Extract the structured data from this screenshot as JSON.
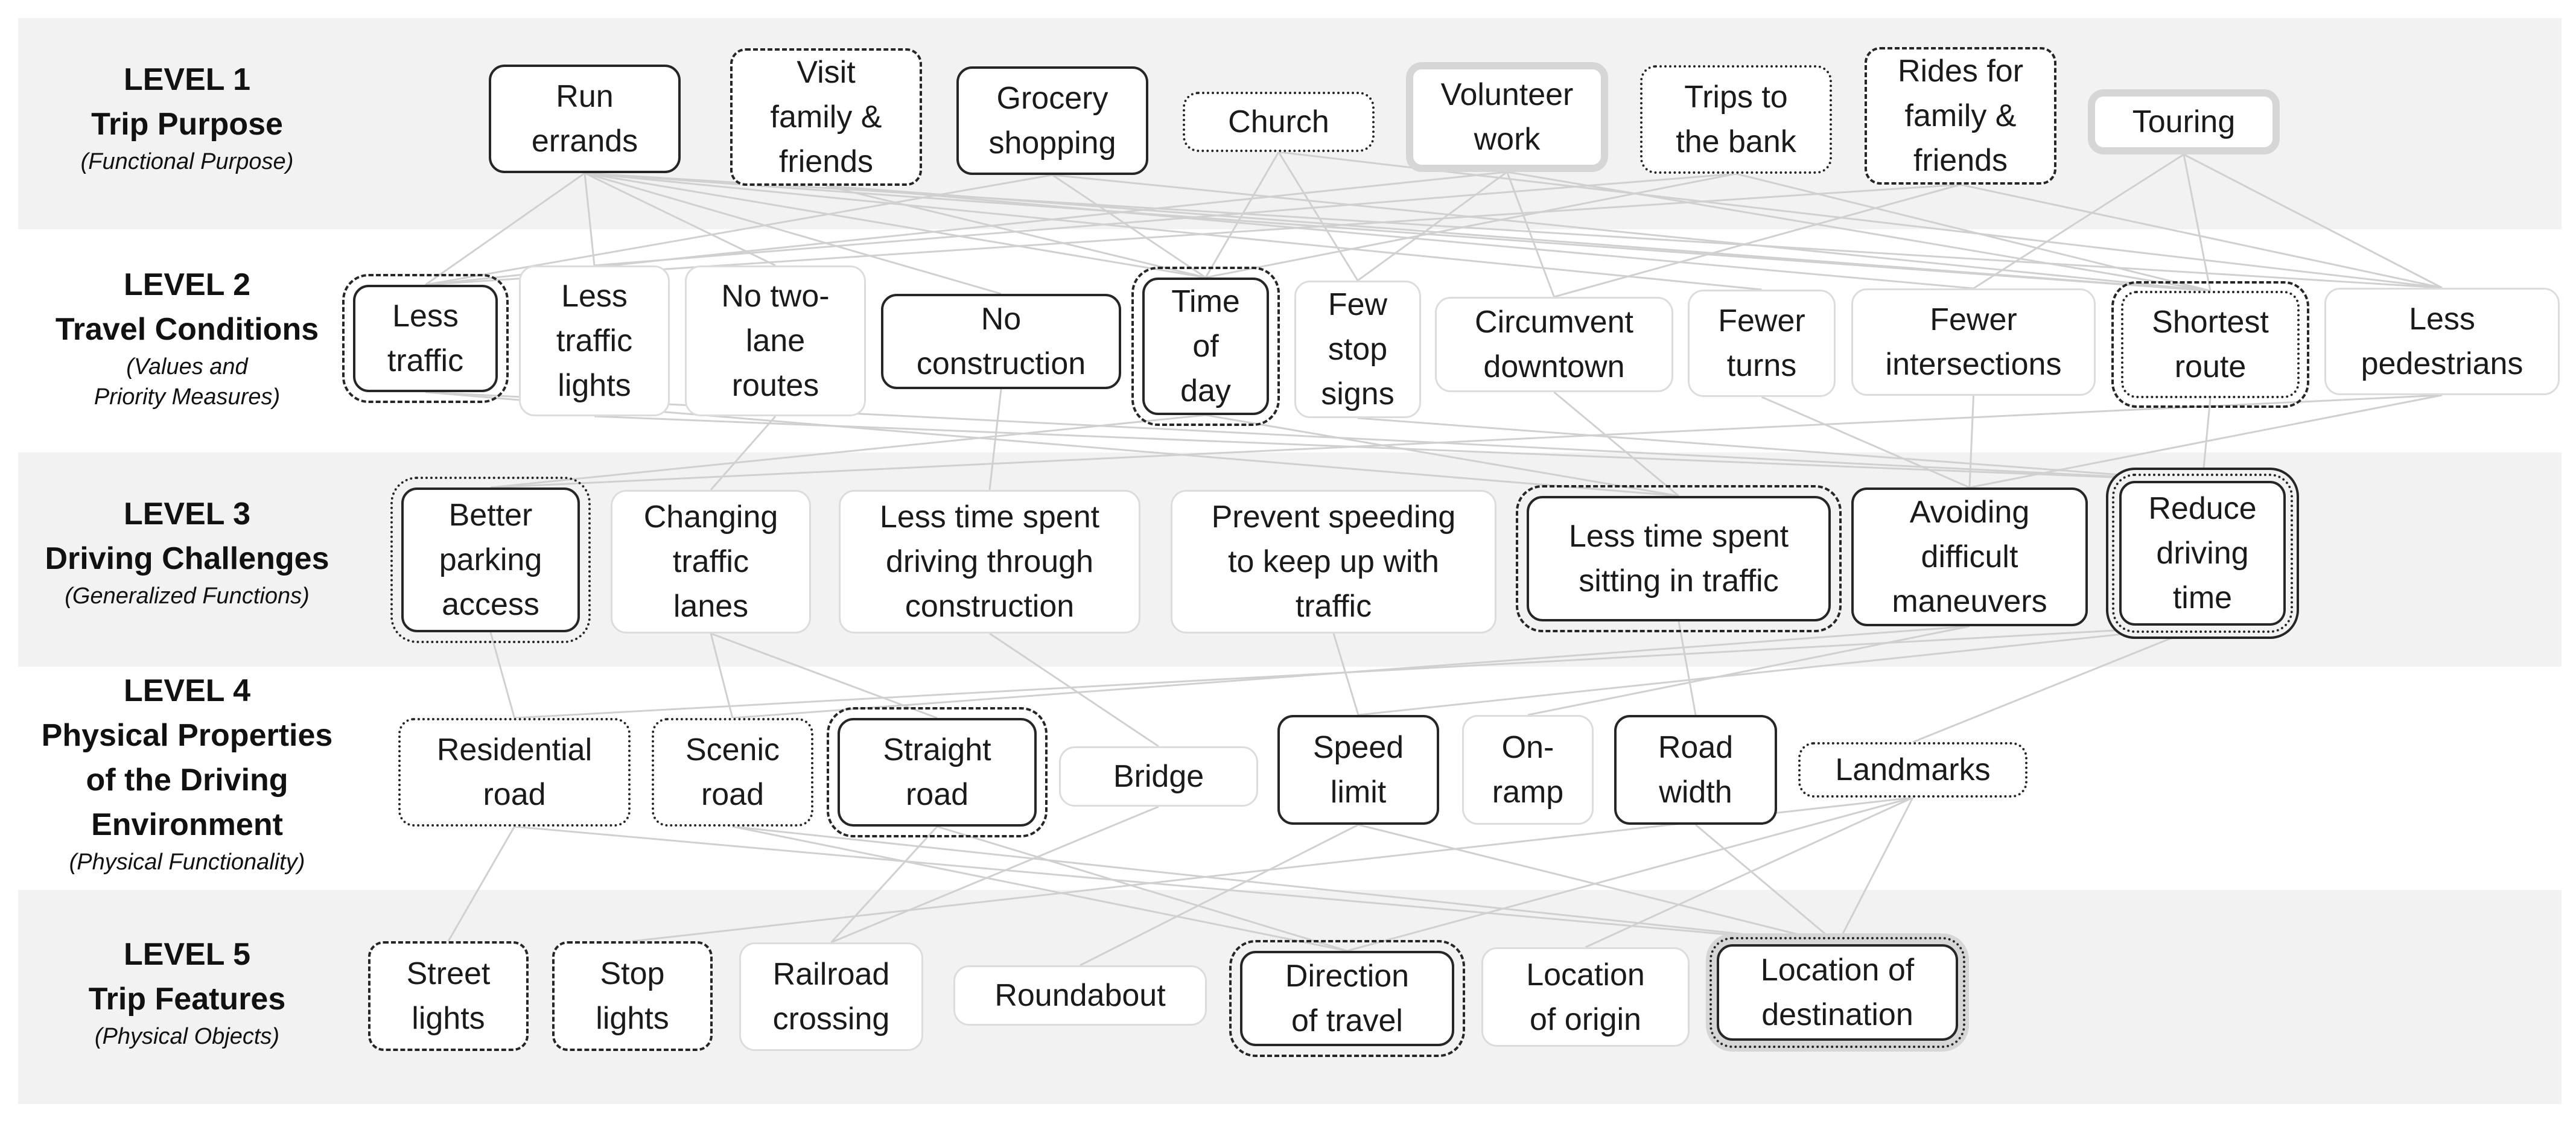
{
  "levels": {
    "l1": {
      "level": "LEVEL 1",
      "title": "Trip Purpose",
      "subtitle": "(Functional Purpose)"
    },
    "l2": {
      "level": "LEVEL 2",
      "title": "Travel Conditions",
      "subtitle": "(Values and\nPriority Measures)"
    },
    "l3": {
      "level": "LEVEL 3",
      "title": "Driving Challenges",
      "subtitle": "(Generalized Functions)"
    },
    "l4": {
      "level": "LEVEL 4",
      "title": "Physical Properties\nof the Driving\nEnvironment",
      "subtitle": "(Physical Functionality)"
    },
    "l5": {
      "level": "LEVEL 5",
      "title": "Trip Features",
      "subtitle": "(Physical Objects)"
    }
  },
  "nodes": {
    "run_errands": "Run\nerrands",
    "visit_family": "Visit\nfamily &\nfriends",
    "grocery": "Grocery\nshopping",
    "church": "Church",
    "volunteer": "Volunteer\nwork",
    "bank": "Trips to\nthe bank",
    "rides": "Rides for\nfamily &\nfriends",
    "touring": "Touring",
    "less_traffic": "Less\ntraffic",
    "less_lights": "Less\ntraffic\nlights",
    "no_two_lane": "No two-\nlane\nroutes",
    "no_construction": "No\nconstruction",
    "time_of_day": "Time\nof\nday",
    "few_stop": "Few\nstop\nsigns",
    "circumvent": "Circumvent\ndowntown",
    "fewer_turns": "Fewer\nturns",
    "fewer_intersections": "Fewer\nintersections",
    "shortest": "Shortest\nroute",
    "less_ped": "Less\npedestrians",
    "parking": "Better\nparking\naccess",
    "lanes": "Changing\ntraffic\nlanes",
    "less_constr": "Less time spent\ndriving through\nconstruction",
    "speeding": "Prevent speeding\nto keep up with\ntraffic",
    "sitting": "Less time spent\nsitting in traffic",
    "maneuvers": "Avoiding\ndifficult\nmaneuvers",
    "reduce": "Reduce\ndriving\ntime",
    "residential": "Residential\nroad",
    "scenic": "Scenic\nroad",
    "straight": "Straight\nroad",
    "bridge": "Bridge",
    "speed_limit": "Speed\nlimit",
    "onramp": "On-\nramp",
    "road_width": "Road\nwidth",
    "landmarks": "Landmarks",
    "street_lights": "Street\nlights",
    "stop_lights": "Stop\nlights",
    "railroad": "Railroad\ncrossing",
    "roundabout": "Roundabout",
    "direction": "Direction\nof travel",
    "origin": "Location\nof origin",
    "destination": "Location of\ndestination"
  },
  "links": [
    [
      "run_errands",
      "less_traffic"
    ],
    [
      "run_errands",
      "less_lights"
    ],
    [
      "run_errands",
      "no_two_lane"
    ],
    [
      "run_errands",
      "no_construction"
    ],
    [
      "run_errands",
      "time_of_day"
    ],
    [
      "run_errands",
      "fewer_turns"
    ],
    [
      "run_errands",
      "shortest"
    ],
    [
      "run_errands",
      "less_ped"
    ],
    [
      "visit_family",
      "time_of_day"
    ],
    [
      "visit_family",
      "shortest"
    ],
    [
      "visit_family",
      "fewer_intersections"
    ],
    [
      "grocery",
      "time_of_day"
    ],
    [
      "grocery",
      "shortest"
    ],
    [
      "grocery",
      "less_traffic"
    ],
    [
      "church",
      "few_stop"
    ],
    [
      "church",
      "less_ped"
    ],
    [
      "church",
      "time_of_day"
    ],
    [
      "volunteer",
      "circumvent"
    ],
    [
      "volunteer",
      "few_stop"
    ],
    [
      "volunteer",
      "shortest"
    ],
    [
      "volunteer",
      "less_traffic"
    ],
    [
      "bank",
      "less_lights"
    ],
    [
      "bank",
      "time_of_day"
    ],
    [
      "bank",
      "shortest"
    ],
    [
      "rides",
      "circumvent"
    ],
    [
      "rides",
      "less_traffic"
    ],
    [
      "rides",
      "less_ped"
    ],
    [
      "touring",
      "fewer_intersections"
    ],
    [
      "touring",
      "less_ped"
    ],
    [
      "touring",
      "shortest"
    ],
    [
      "less_traffic",
      "reduce"
    ],
    [
      "less_traffic",
      "sitting"
    ],
    [
      "less_lights",
      "reduce"
    ],
    [
      "no_two_lane",
      "lanes"
    ],
    [
      "no_construction",
      "less_constr"
    ],
    [
      "time_of_day",
      "parking"
    ],
    [
      "time_of_day",
      "sitting"
    ],
    [
      "few_stop",
      "reduce"
    ],
    [
      "circumvent",
      "sitting"
    ],
    [
      "fewer_turns",
      "maneuvers"
    ],
    [
      "fewer_intersections",
      "maneuvers"
    ],
    [
      "shortest",
      "reduce"
    ],
    [
      "less_ped",
      "parking"
    ],
    [
      "less_ped",
      "maneuvers"
    ],
    [
      "parking",
      "residential"
    ],
    [
      "lanes",
      "scenic"
    ],
    [
      "lanes",
      "straight"
    ],
    [
      "less_constr",
      "bridge"
    ],
    [
      "speeding",
      "speed_limit"
    ],
    [
      "sitting",
      "road_width"
    ],
    [
      "maneuvers",
      "onramp"
    ],
    [
      "maneuvers",
      "scenic"
    ],
    [
      "reduce",
      "landmarks"
    ],
    [
      "reduce",
      "residential"
    ],
    [
      "reduce",
      "speed_limit"
    ],
    [
      "residential",
      "street_lights"
    ],
    [
      "residential",
      "destination"
    ],
    [
      "scenic",
      "direction"
    ],
    [
      "scenic",
      "destination"
    ],
    [
      "straight",
      "railroad"
    ],
    [
      "straight",
      "direction"
    ],
    [
      "bridge",
      "railroad"
    ],
    [
      "speed_limit",
      "roundabout"
    ],
    [
      "speed_limit",
      "destination"
    ],
    [
      "road_width",
      "destination"
    ],
    [
      "landmarks",
      "destination"
    ],
    [
      "landmarks",
      "origin"
    ],
    [
      "landmarks",
      "direction"
    ],
    [
      "landmarks",
      "stop_lights"
    ]
  ]
}
